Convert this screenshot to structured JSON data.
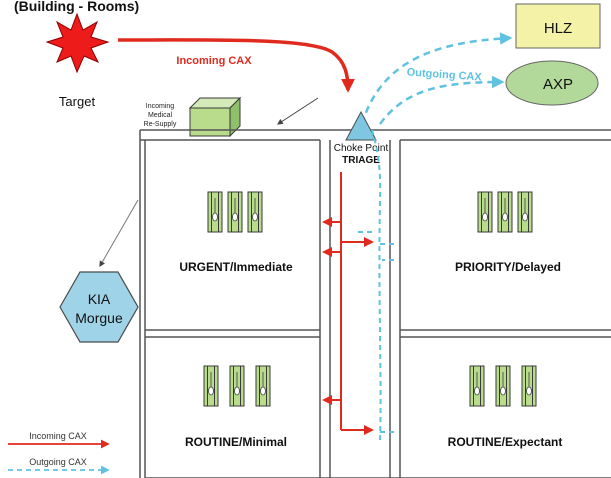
{
  "title": "(Building - Rooms)",
  "target": {
    "label": "Target",
    "icon": "explosion-star-icon"
  },
  "hlz": {
    "label": "HLZ"
  },
  "axp": {
    "label": "AXP"
  },
  "resupply": {
    "label_lines": [
      "Incoming",
      "Medical",
      "Re-Supply"
    ],
    "icon": "supply-crate-icon"
  },
  "choke_point": {
    "label": "Choke Point",
    "triage": "TRIAGE"
  },
  "kia": {
    "label_lines": [
      "KIA",
      "Morgue"
    ]
  },
  "flows": {
    "incoming": "Incoming CAX",
    "outgoing": "Outgoing CAX"
  },
  "rooms": {
    "urgent": "URGENT/Immediate",
    "priority": "PRIORITY/Delayed",
    "routine_minimal": "ROUTINE/Minimal",
    "routine_expectant": "ROUTINE/Expectant"
  },
  "legend": {
    "incoming": "Incoming CAX",
    "outgoing": "Outgoing CAX"
  },
  "colors": {
    "incoming": "#e02a1e",
    "outgoing": "#5fc2e0",
    "hlz_fill": "#f3f2a6",
    "axp_fill": "#b3d99a",
    "kia_fill": "#9fd4e8",
    "stretcher_fill": "#b8dc8c",
    "wall": "#555555"
  }
}
